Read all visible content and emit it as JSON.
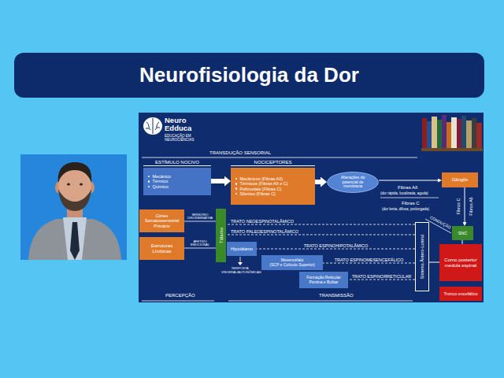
{
  "diagram": {
    "title": "Neurofisiologia da Dor",
    "nodes": [
      {
        "text": [
          "ESTÍMULO NOCIVO",
          "Mecânico",
          "Térmico",
          "Químico"
        ]
      },
      {
        "text": [
          "NOCICEPTORES",
          "Mecânicos (Fibras Aδ)",
          "Térmicos (Fibras Aδ e C)",
          "Polimodais (Fibras C)",
          "Silentes (Fibras C)"
        ]
      },
      {
        "text": [
          "Alterações do potencial de membrana"
        ]
      },
      {
        "text": [
          "Gânglio"
        ]
      },
      {
        "text": [
          "SNC"
        ]
      },
      {
        "text": [
          "Corno posterior medula espinal"
        ]
      },
      {
        "text": [
          "Tronco encefálico"
        ]
      },
      {
        "text": [
          "Sistema Ântero-Lateral"
        ]
      },
      {
        "text": [
          "Tálamo"
        ]
      },
      {
        "text": [
          "Córtex Somatossensorial Primário"
        ]
      },
      {
        "text": [
          "Estruturas Límbicas"
        ]
      },
      {
        "text": [
          "Hipotálamo"
        ]
      },
      {
        "text": [
          "Mesencéfalo",
          "(SCP e Colículo Superior)"
        ]
      },
      {
        "text": [
          "Formação Reticular Pontina e Bulbar"
        ]
      }
    ],
    "edges": [
      {
        "from": 0,
        "to": 1,
        "arrow": "to"
      },
      {
        "from": 1,
        "to": 2,
        "arrow": "to"
      },
      {
        "from": 2,
        "to": 3,
        "arrow": "to"
      },
      {
        "from": 3,
        "to": 4,
        "arrow": "to"
      },
      {
        "from": 4,
        "to": 5,
        "arrow": "none"
      },
      {
        "from": 5,
        "to": 7,
        "arrow": "none"
      },
      {
        "from": 7,
        "to": 8,
        "label": "TRATO NEOESPINOTALÂMICO",
        "arrow": "none"
      },
      {
        "from": 7,
        "to": 8,
        "label": "TRATO PALEOESPINOTALÂMICO",
        "arrow": "none"
      },
      {
        "from": 7,
        "to": 11,
        "label": "TRATO ESPINOHIPOTALÂMICO",
        "arrow": "none"
      },
      {
        "from": 7,
        "to": 12,
        "label": "TRATO ESPINOMESENCEFÁLICO",
        "arrow": "none"
      },
      {
        "from": 7,
        "to": 13,
        "label": "TRATO ESPINORRETICULAR",
        "arrow": "none"
      },
      {
        "from": 8,
        "to": 9,
        "label": "SENSÓRIO DISCRIMINATIVA",
        "arrow": "none"
      },
      {
        "from": 8,
        "to": 10,
        "label": "AFETIVO EMOCIONAL",
        "arrow": "none"
      }
    ],
    "labels": [
      "Neuro Edduca",
      "EDUCAÇÃO EM NEUROCIÊNCIAS",
      "TRANSDUÇÃO SENSORIAL",
      "Fibras Aδ",
      "(dor rápida, localizada, aguda)",
      "Fibras C",
      "(dor lenta, difusa, prolongada)",
      "CONDUÇÃO",
      "Fibras C",
      "Fibras Aδ",
      "RESPOSTA VISCERAL/AUTONÔMICAS",
      "PERCEPÇÃO",
      "TRANSMISSÃO"
    ]
  }
}
